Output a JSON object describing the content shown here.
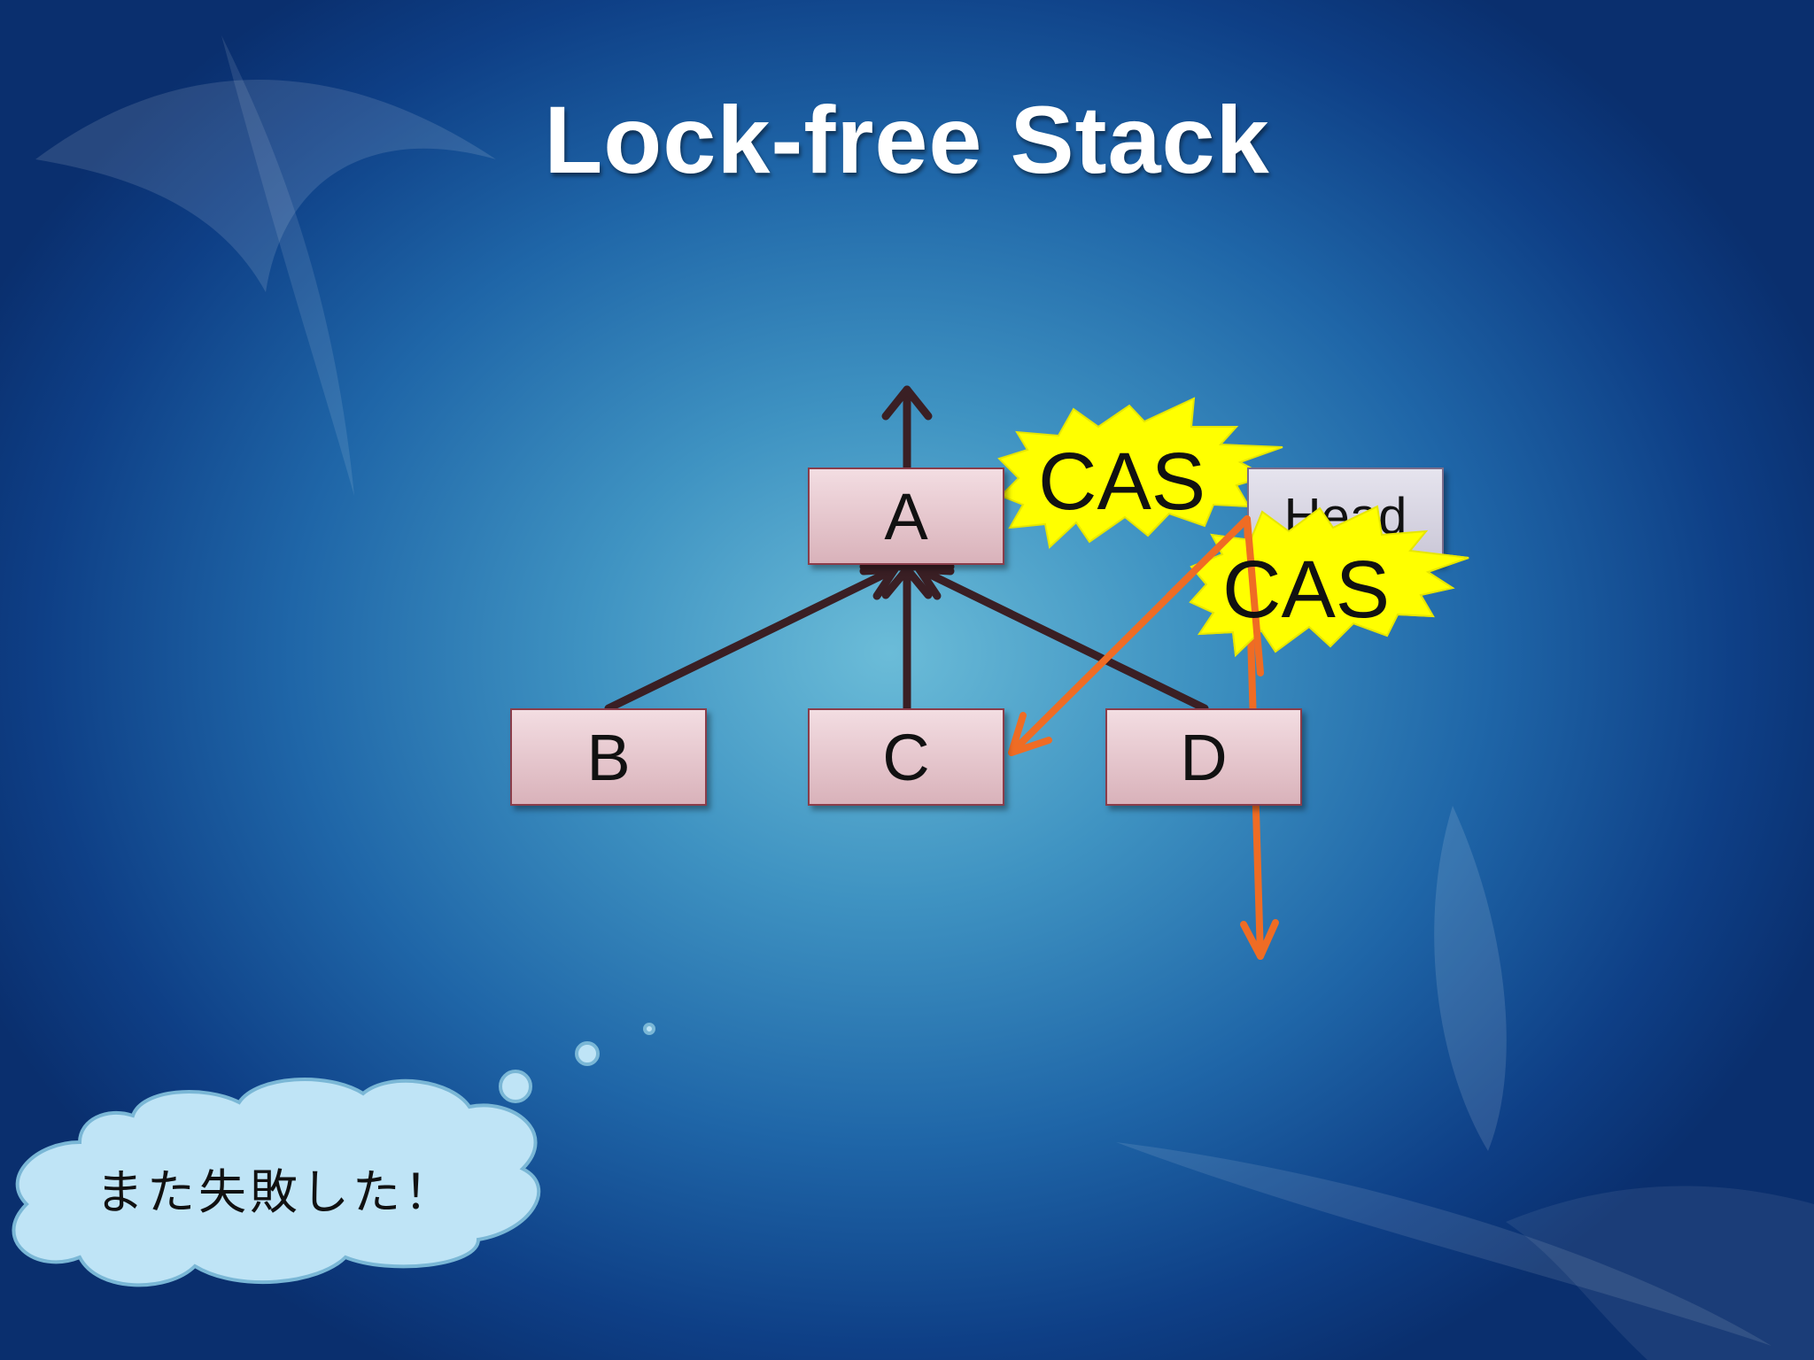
{
  "slide": {
    "title": "Lock-free Stack"
  },
  "nodes": {
    "a": "A",
    "b": "B",
    "c": "C",
    "d": "D",
    "head": "Head"
  },
  "cas_bursts": [
    {
      "label": "CAS"
    },
    {
      "label": "CAS"
    }
  ],
  "thought_bubble": {
    "text": "また失敗した！"
  },
  "colors": {
    "background": "#1f66a8",
    "node_fill": "#e6c6cd",
    "link_arrow": "#3a1f24",
    "cas_arrow": "#ef6c24",
    "burst_fill": "#ffff00",
    "cloud_fill": "#bfe4f6"
  }
}
